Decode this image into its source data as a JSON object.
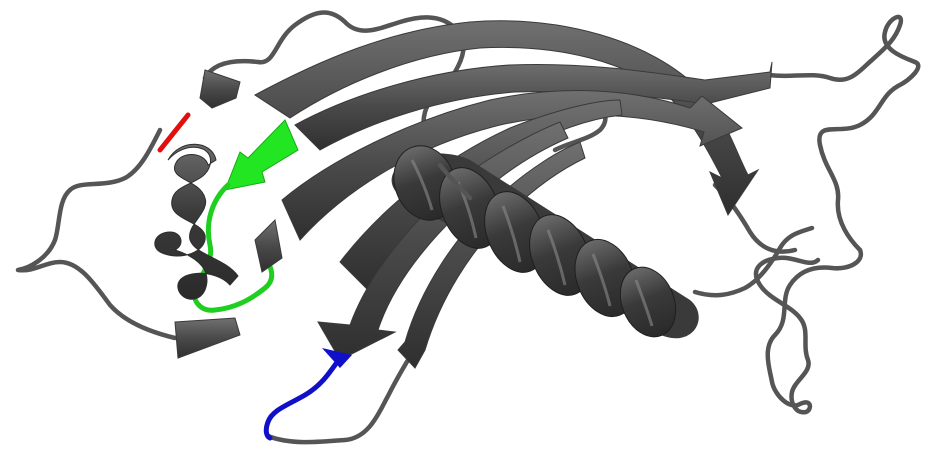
{
  "image": {
    "subject": "protein-ribbon-structure",
    "background_color": "#ffffff",
    "colors": {
      "ribbon_gray": "#4a4a4a",
      "ribbon_gray_light": "#6b6b6b",
      "ribbon_gray_dark": "#2e2e2e",
      "highlight_red": "#dd1111",
      "highlight_green": "#22dd22",
      "highlight_blue": "#1111cc"
    },
    "elements": {
      "beta_strands": 6,
      "alpha_helices": 2,
      "highlighted_segments": [
        "red",
        "green",
        "blue"
      ]
    }
  }
}
